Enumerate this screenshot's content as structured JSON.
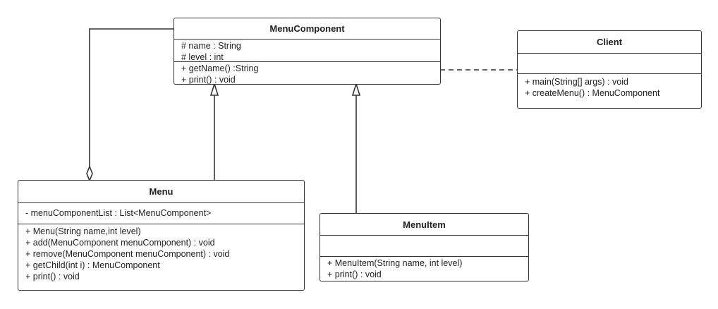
{
  "classes": {
    "menu_component": {
      "name": "MenuComponent",
      "attributes": [
        "# name : String",
        "# level : int"
      ],
      "operations": [
        "+ getName() :String",
        "+ print() : void"
      ]
    },
    "client": {
      "name": "Client",
      "attributes": [],
      "operations": [
        "+ main(String[] args) : void",
        "+ createMenu() : MenuComponent"
      ]
    },
    "menu": {
      "name": "Menu",
      "attributes": [
        "- menuComponentList : List<MenuComponent>"
      ],
      "operations": [
        "+ Menu(String name,int level)",
        "+ add(MenuComponent menuComponent) : void",
        "+ remove(MenuComponent menuComponent) : void",
        "+ getChild(int i) : MenuComponent",
        "+ print() : void"
      ]
    },
    "menu_item": {
      "name": "MenuItem",
      "attributes": [],
      "operations": [
        "+ MenuItem(String name, int level)",
        "+ print() : void"
      ]
    }
  },
  "relations": [
    {
      "type": "dependency",
      "from": "Client",
      "to": "MenuComponent"
    },
    {
      "type": "generalization",
      "from": "Menu",
      "to": "MenuComponent"
    },
    {
      "type": "generalization",
      "from": "MenuItem",
      "to": "MenuComponent"
    },
    {
      "type": "aggregation",
      "whole": "Menu",
      "part": "MenuComponent"
    }
  ]
}
